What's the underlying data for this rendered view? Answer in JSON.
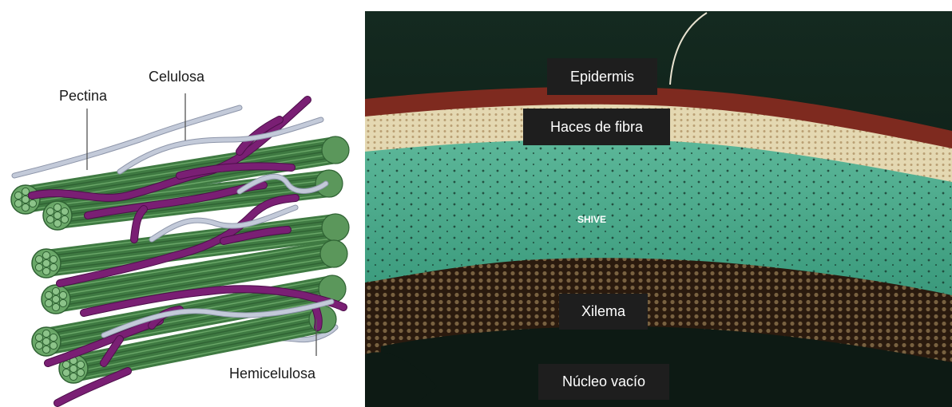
{
  "diagram": {
    "labels": {
      "celulosa": "Celulosa",
      "pectina": "Pectina",
      "hemicelulosa": "Hemicelulosa"
    },
    "colors": {
      "cellulose_fiber": "#4e8a4f",
      "pectin": "#7a1f74",
      "hemicellulose": "#c3cad9"
    }
  },
  "micrograph": {
    "labels": {
      "epidermis": "Epidermis",
      "haces_de_fibra": "Haces de fibra",
      "shive": "SHIVE",
      "xilema": "Xilema",
      "nucleo_vacio": "Núcleo vacío"
    },
    "colors": {
      "background": "#0c1712",
      "epidermis": "#7e2a1f",
      "fiber_bundles": "#e4d8b2",
      "shive_tissue": "#3f9e80",
      "xylem": "#2a1a0e"
    }
  }
}
